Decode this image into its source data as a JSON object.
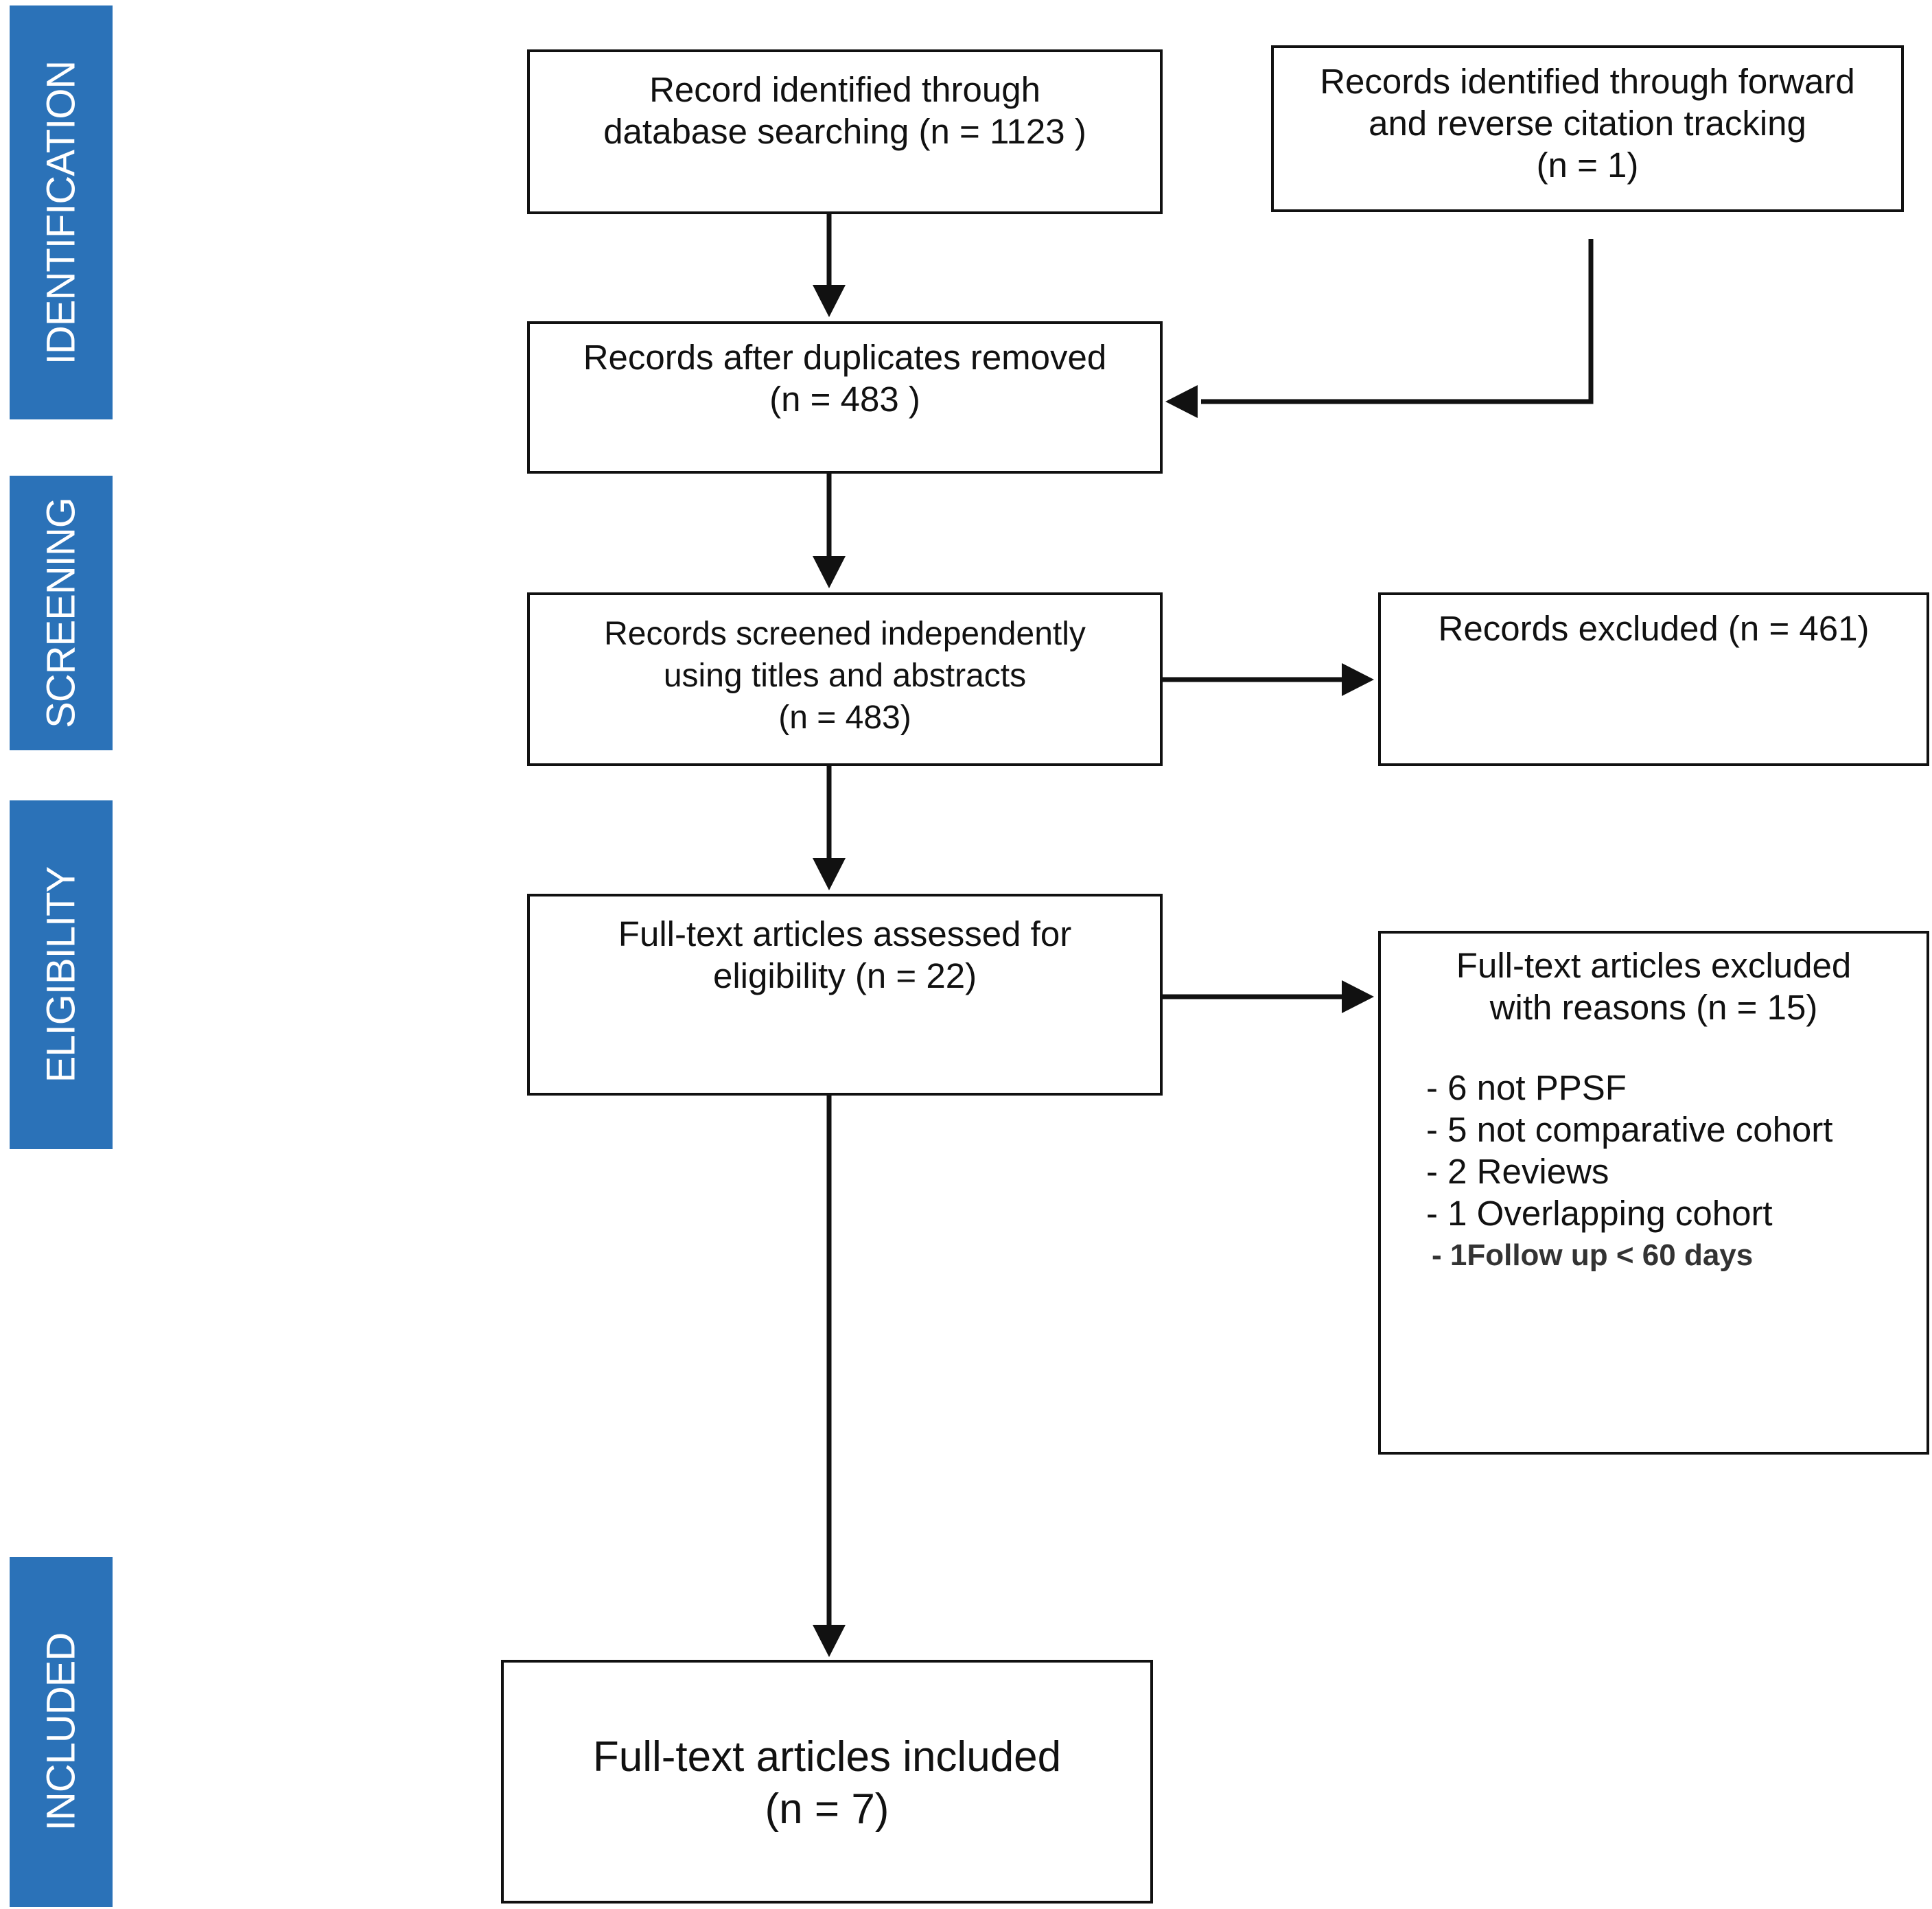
{
  "stages": {
    "identification": "IDENTIFICATION",
    "screening": "SCREENING",
    "eligibility": "ELIGIBILITY",
    "included": "INCLUDED"
  },
  "boxes": {
    "database": [
      "Record identified through",
      "database searching (n = 1123 )"
    ],
    "citation": [
      "Records identified through forward",
      "and reverse citation tracking",
      "(n = 1)"
    ],
    "duplicates": [
      "Records after duplicates removed",
      "(n = 483 )"
    ],
    "screened": [
      "Records screened independently",
      "using titles and abstracts",
      "(n = 483)"
    ],
    "excluded": [
      "Records excluded (n = 461)"
    ],
    "assessed": [
      "Full-text articles assessed for",
      "eligibility (n = 22)"
    ],
    "fulltext_excluded": {
      "title": [
        "Full-text articles excluded",
        "with reasons (n =  15)"
      ],
      "reasons": [
        "- 6 not PPSF",
        "- 5 not comparative cohort",
        "- 2 Reviews",
        "- 1 Overlapping cohort",
        "-  1Follow up < 60 days"
      ]
    },
    "included": [
      "Full-text articles included",
      "(n = 7)"
    ]
  },
  "colors": {
    "stage_bg": "#2b72b8",
    "stroke": "#111111"
  }
}
